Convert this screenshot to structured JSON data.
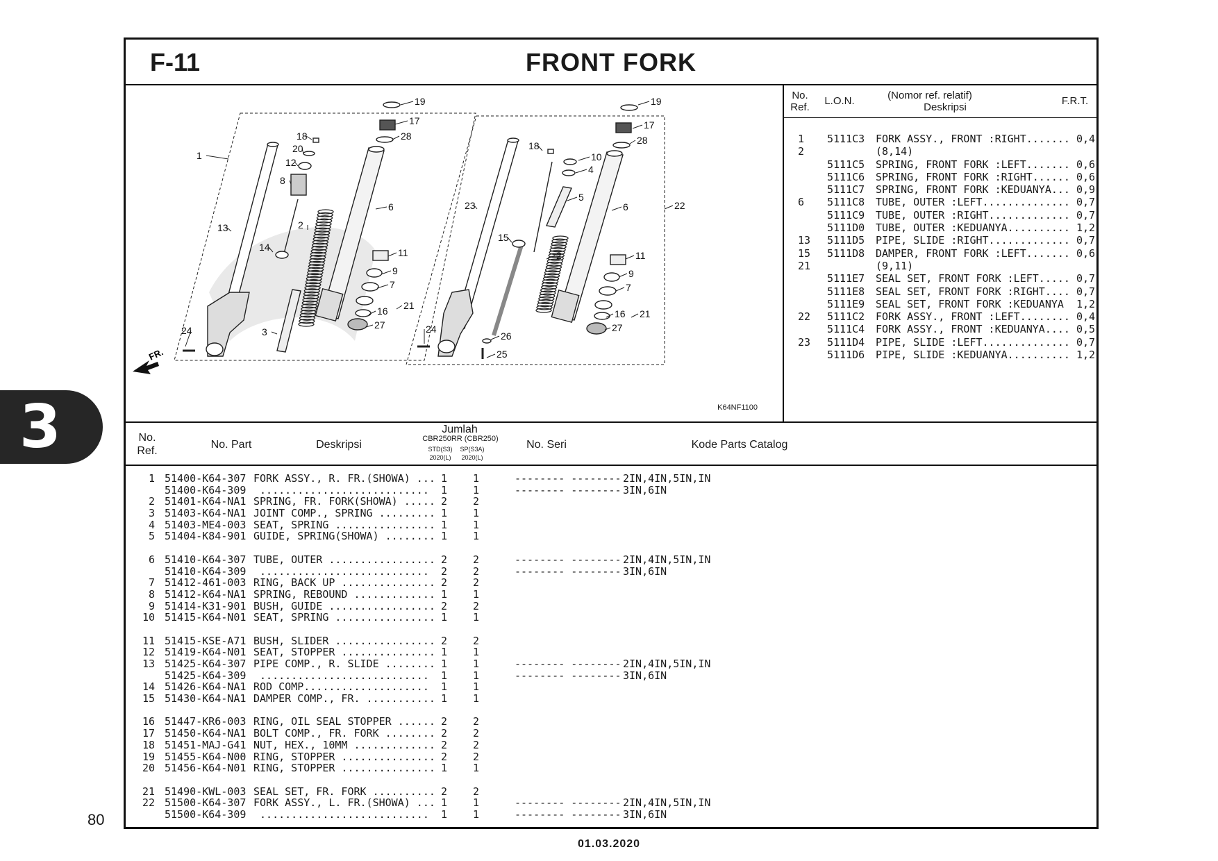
{
  "page": {
    "code": "F-11",
    "title": "FRONT FORK",
    "section_tab": "3",
    "page_number": "80",
    "date": "01.03.2020"
  },
  "diagram": {
    "code": "K64NF1100",
    "front_label": "FR.",
    "callouts": [
      "1",
      "2",
      "3",
      "4",
      "5",
      "6",
      "7",
      "8",
      "9",
      "10",
      "11",
      "12",
      "13",
      "14",
      "15",
      "16",
      "17",
      "18",
      "19",
      "20",
      "21",
      "22",
      "23",
      "24",
      "25",
      "26",
      "27",
      "28"
    ]
  },
  "ref_table": {
    "headers": {
      "no": "No.",
      "ref": "Ref.",
      "lon": "L.O.N.",
      "nomor": "(Nomor ref. relatif)",
      "desc": "Deskripsi",
      "frt": "F.R.T."
    },
    "rows": [
      {
        "ref": "1",
        "lon": "5111C3",
        "desc": "FORK ASSY., FRONT :RIGHT....... 0,4"
      },
      {
        "ref": "2",
        "lon": "",
        "desc": "(8,14)"
      },
      {
        "ref": "",
        "lon": "5111C5",
        "desc": "SPRING, FRONT FORK :LEFT....... 0,6"
      },
      {
        "ref": "",
        "lon": "5111C6",
        "desc": "SPRING, FRONT FORK :RIGHT...... 0,6"
      },
      {
        "ref": "",
        "lon": "5111C7",
        "desc": "SPRING, FRONT FORK :KEDUANYA... 0,9"
      },
      {
        "ref": "6",
        "lon": "5111C8",
        "desc": "TUBE, OUTER :LEFT.............. 0,7"
      },
      {
        "ref": "",
        "lon": "5111C9",
        "desc": "TUBE, OUTER :RIGHT............. 0,7"
      },
      {
        "ref": "",
        "lon": "5111D0",
        "desc": "TUBE, OUTER :KEDUANYA.......... 1,2"
      },
      {
        "ref": "13",
        "lon": "5111D5",
        "desc": "PIPE, SLIDE :RIGHT............. 0,7"
      },
      {
        "ref": "15",
        "lon": "5111D8",
        "desc": "DAMPER, FRONT FORK :LEFT....... 0,6"
      },
      {
        "ref": "21",
        "lon": "",
        "desc": "(9,11)"
      },
      {
        "ref": "",
        "lon": "5111E7",
        "desc": "SEAL SET, FRONT FORK :LEFT..... 0,7"
      },
      {
        "ref": "",
        "lon": "5111E8",
        "desc": "SEAL SET, FRONT FORK :RIGHT.... 0,7"
      },
      {
        "ref": "",
        "lon": "5111E9",
        "desc": "SEAL SET, FRONT FORK :KEDUANYA  1,2"
      },
      {
        "ref": "22",
        "lon": "5111C2",
        "desc": "FORK ASSY., FRONT :LEFT........ 0,4"
      },
      {
        "ref": "",
        "lon": "5111C4",
        "desc": "FORK ASSY., FRONT :KEDUANYA.... 0,5"
      },
      {
        "ref": "23",
        "lon": "5111D4",
        "desc": "PIPE, SLIDE :LEFT.............. 0,7"
      },
      {
        "ref": "",
        "lon": "5111D6",
        "desc": "PIPE, SLIDE :KEDUANYA.......... 1,2"
      }
    ]
  },
  "parts_table": {
    "headers": {
      "no": "No.",
      "ref": "Ref.",
      "part_no": "No. Part",
      "desc": "Deskripsi",
      "jumlah": "Jumlah",
      "model": "CBR250RR (CBR250)",
      "std": "STD(S3)",
      "std_year": "2020(L)",
      "sp": "SP(S3A)",
      "sp_year": "2020(L)",
      "serial": "No. Seri",
      "catalog": "Kode Parts Catalog"
    },
    "groups": [
      [
        {
          "ref": "1",
          "part": "51400-K64-307",
          "desc": "FORK ASSY., R. FR.(SHOWA) ...",
          "std": "1",
          "sp": "1",
          "serial": "-------- --------",
          "cat": "2IN,4IN,5IN,IN"
        },
        {
          "ref": "",
          "part": "51400-K64-309",
          "desc": " ...........................",
          "std": "1",
          "sp": "1",
          "serial": "-------- --------",
          "cat": "3IN,6IN"
        },
        {
          "ref": "2",
          "part": "51401-K64-NA1",
          "desc": "SPRING, FR. FORK(SHOWA) .....",
          "std": "2",
          "sp": "2",
          "serial": "",
          "cat": ""
        },
        {
          "ref": "3",
          "part": "51403-K64-NA1",
          "desc": "JOINT COMP., SPRING .........",
          "std": "1",
          "sp": "1",
          "serial": "",
          "cat": ""
        },
        {
          "ref": "4",
          "part": "51403-ME4-003",
          "desc": "SEAT, SPRING ................",
          "std": "1",
          "sp": "1",
          "serial": "",
          "cat": ""
        },
        {
          "ref": "5",
          "part": "51404-K84-901",
          "desc": "GUIDE, SPRING(SHOWA) ........",
          "std": "1",
          "sp": "1",
          "serial": "",
          "cat": ""
        }
      ],
      [
        {
          "ref": "6",
          "part": "51410-K64-307",
          "desc": "TUBE, OUTER .................",
          "std": "2",
          "sp": "2",
          "serial": "-------- --------",
          "cat": "2IN,4IN,5IN,IN"
        },
        {
          "ref": "",
          "part": "51410-K64-309",
          "desc": " ...........................",
          "std": "2",
          "sp": "2",
          "serial": "-------- --------",
          "cat": "3IN,6IN"
        },
        {
          "ref": "7",
          "part": "51412-461-003",
          "desc": "RING, BACK UP ...............",
          "std": "2",
          "sp": "2",
          "serial": "",
          "cat": ""
        },
        {
          "ref": "8",
          "part": "51412-K64-NA1",
          "desc": "SPRING, REBOUND .............",
          "std": "1",
          "sp": "1",
          "serial": "",
          "cat": ""
        },
        {
          "ref": "9",
          "part": "51414-K31-901",
          "desc": "BUSH, GUIDE .................",
          "std": "2",
          "sp": "2",
          "serial": "",
          "cat": ""
        },
        {
          "ref": "10",
          "part": "51415-K64-N01",
          "desc": "SEAT, SPRING ................",
          "std": "1",
          "sp": "1",
          "serial": "",
          "cat": ""
        }
      ],
      [
        {
          "ref": "11",
          "part": "51415-KSE-A71",
          "desc": "BUSH, SLIDER ................",
          "std": "2",
          "sp": "2",
          "serial": "",
          "cat": ""
        },
        {
          "ref": "12",
          "part": "51419-K64-N01",
          "desc": "SEAT, STOPPER ...............",
          "std": "1",
          "sp": "1",
          "serial": "",
          "cat": ""
        },
        {
          "ref": "13",
          "part": "51425-K64-307",
          "desc": "PIPE COMP., R. SLIDE ........",
          "std": "1",
          "sp": "1",
          "serial": "-------- --------",
          "cat": "2IN,4IN,5IN,IN"
        },
        {
          "ref": "",
          "part": "51425-K64-309",
          "desc": " ...........................",
          "std": "1",
          "sp": "1",
          "serial": "-------- --------",
          "cat": "3IN,6IN"
        },
        {
          "ref": "14",
          "part": "51426-K64-NA1",
          "desc": "ROD COMP....................",
          "std": "1",
          "sp": "1",
          "serial": "",
          "cat": ""
        },
        {
          "ref": "15",
          "part": "51430-K64-NA1",
          "desc": "DAMPER COMP., FR. ...........",
          "std": "1",
          "sp": "1",
          "serial": "",
          "cat": ""
        }
      ],
      [
        {
          "ref": "16",
          "part": "51447-KR6-003",
          "desc": "RING, OIL SEAL STOPPER ......",
          "std": "2",
          "sp": "2",
          "serial": "",
          "cat": ""
        },
        {
          "ref": "17",
          "part": "51450-K64-NA1",
          "desc": "BOLT COMP., FR. FORK ........",
          "std": "2",
          "sp": "2",
          "serial": "",
          "cat": ""
        },
        {
          "ref": "18",
          "part": "51451-MAJ-G41",
          "desc": "NUT, HEX., 10MM .............",
          "std": "2",
          "sp": "2",
          "serial": "",
          "cat": ""
        },
        {
          "ref": "19",
          "part": "51455-K64-N00",
          "desc": "RING, STOPPER ...............",
          "std": "2",
          "sp": "2",
          "serial": "",
          "cat": ""
        },
        {
          "ref": "20",
          "part": "51456-K64-N01",
          "desc": "RING, STOPPER ...............",
          "std": "1",
          "sp": "1",
          "serial": "",
          "cat": ""
        }
      ],
      [
        {
          "ref": "21",
          "part": "51490-KWL-003",
          "desc": "SEAL SET, FR. FORK ..........",
          "std": "2",
          "sp": "2",
          "serial": "",
          "cat": ""
        },
        {
          "ref": "22",
          "part": "51500-K64-307",
          "desc": "FORK ASSY., L. FR.(SHOWA) ...",
          "std": "1",
          "sp": "1",
          "serial": "-------- --------",
          "cat": "2IN,4IN,5IN,IN"
        },
        {
          "ref": "",
          "part": "51500-K64-309",
          "desc": " ...........................",
          "std": "1",
          "sp": "1",
          "serial": "-------- --------",
          "cat": "3IN,6IN"
        }
      ]
    ]
  }
}
